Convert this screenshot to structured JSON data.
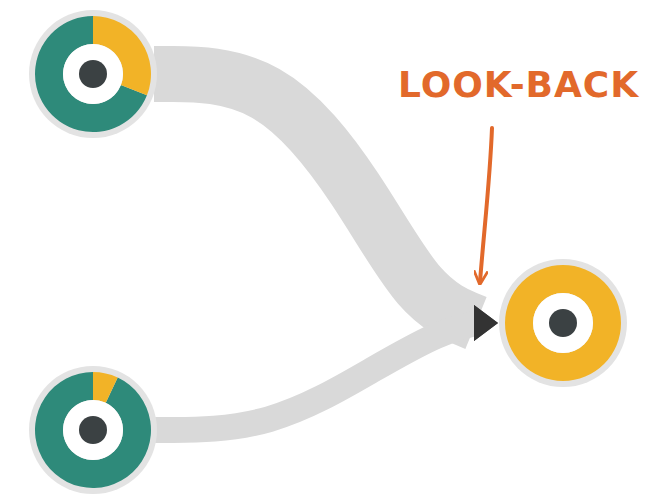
{
  "diagram": {
    "nodes": [
      {
        "text": []
      },
      {
        "text": []
      },
      {
        "text": []
      }
    ],
    "edges": [
      {
        "from": 0,
        "to": 2,
        "arrow": "to"
      },
      {
        "from": 1,
        "to": 2,
        "arrow": "to"
      }
    ],
    "labels": [
      "LOOK-BACK"
    ]
  }
}
